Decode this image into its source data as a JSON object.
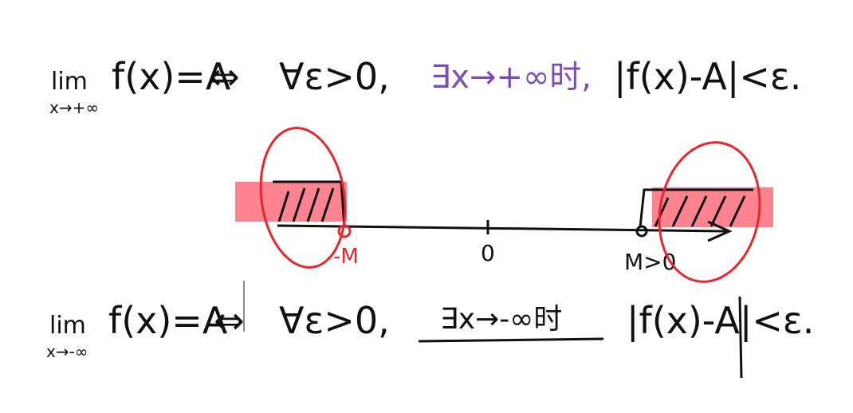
{
  "colors": {
    "ink": "#111111",
    "purple": "#7a4fb5",
    "red": "#e8262c",
    "highlight": "#ff6f7d"
  },
  "line1": {
    "lim": "lim",
    "sub": "x→+∞",
    "expr": "f(x)=A",
    "equiv": "⇔",
    "forall": "∀ε>0,",
    "exists": "∃x→+∞时,",
    "tail": "|f(x)-A|<ε."
  },
  "axis": {
    "tick_neg_M": "-M",
    "tick_zero": "0",
    "tick_M": "M>0"
  },
  "line2": {
    "lim": "lim",
    "sub": "x→-∞",
    "expr": "f(x)=A",
    "equiv": "⇔",
    "forall": "∀ε>0,",
    "exists": "∃x→-∞时",
    "tail": "|f(x)-A|<ε."
  }
}
